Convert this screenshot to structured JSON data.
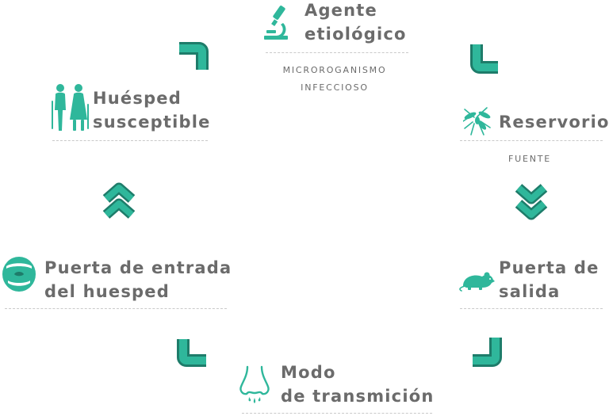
{
  "colors": {
    "accent": "#2fb79b",
    "accent_dark": "#1e7c6a",
    "text": "#6b6b6b",
    "rule": "#c9c9c9"
  },
  "nodes": {
    "agente": {
      "title_lines": [
        "Agente",
        "etiológico"
      ],
      "sub_lines": [
        "MICROROGANISMO",
        "INFECCIOSO"
      ],
      "icon": "microscope-icon"
    },
    "reservorio": {
      "title_lines": [
        "Reservorio"
      ],
      "sub_lines": [
        "FUENTE"
      ],
      "icon": "mosquito-icon"
    },
    "salida": {
      "title_lines": [
        "Puerta de",
        "salida"
      ],
      "icon": "rat-icon"
    },
    "modo": {
      "title_lines": [
        "Modo",
        "de transmición"
      ],
      "icon": "nose-icon"
    },
    "entrada": {
      "title_lines": [
        "Puerta de entrada",
        "del huesped"
      ],
      "icon": "open-mouth-icon"
    },
    "huesped": {
      "title_lines": [
        "Huésped",
        "susceptible"
      ],
      "icon": "elderly-couple-icon"
    }
  },
  "arrows": [
    {
      "from": "huesped",
      "to": "agente",
      "icon": "arrow-right-turn-icon"
    },
    {
      "from": "agente",
      "to": "reservorio",
      "icon": "arrow-down-turn-icon"
    },
    {
      "from": "reservorio",
      "to": "salida",
      "icon": "double-chevron-down-icon"
    },
    {
      "from": "salida",
      "to": "modo",
      "icon": "arrow-left-turn-icon"
    },
    {
      "from": "modo",
      "to": "entrada",
      "icon": "arrow-up-turn-icon"
    },
    {
      "from": "entrada",
      "to": "huesped",
      "icon": "double-chevron-up-icon"
    }
  ]
}
